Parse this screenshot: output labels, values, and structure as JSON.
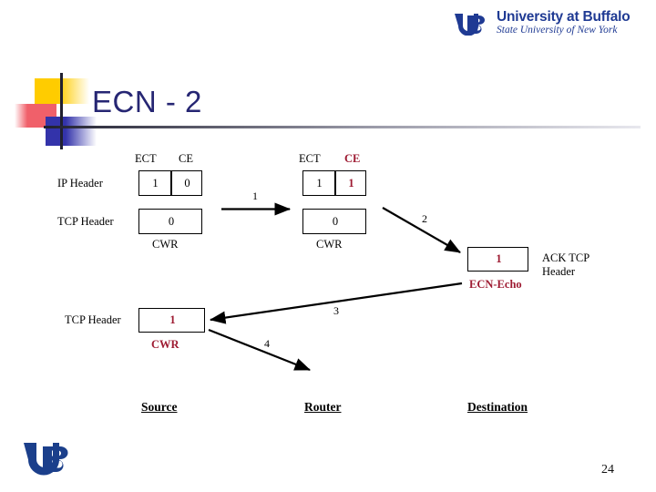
{
  "brand": {
    "logo_icon": "ub-logo-icon",
    "top_logo_line1": "University at Buffalo",
    "top_logo_line2": "State University of New York",
    "accent_blue": "#1f3a93",
    "title_blue": "#262673",
    "highlight_red": "#9E1B32"
  },
  "title": "ECN - 2",
  "diagram": {
    "source_stack": {
      "row_labels": {
        "ip": "IP Header",
        "tcp": "TCP Header"
      },
      "ip_field_headers": {
        "ect": "ECT",
        "ce": "CE"
      },
      "ip_values": {
        "ect": "1",
        "ce": "0"
      },
      "tcp_value": "0",
      "tcp_caption": "CWR"
    },
    "router_stack": {
      "ip_field_headers": {
        "ect": "ECT",
        "ce": "CE"
      },
      "ip_values": {
        "ect": "1",
        "ce": "1"
      },
      "tcp_value": "0",
      "tcp_caption": "CWR"
    },
    "ack_packet": {
      "value": "1",
      "caption": "ECN-Echo",
      "side_label_line1": "ACK TCP",
      "side_label_line2": "Header"
    },
    "source_response": {
      "row_label": "TCP Header",
      "value": "1",
      "caption": "CWR"
    },
    "arrows": [
      {
        "id": "1",
        "label": "1"
      },
      {
        "id": "2",
        "label": "2"
      },
      {
        "id": "3",
        "label": "3"
      },
      {
        "id": "4",
        "label": "4"
      }
    ],
    "actors": {
      "source": "Source",
      "router": "Router",
      "destination": "Destination"
    }
  },
  "footer": {
    "page_number": "24",
    "logo_icon": "ub-logo-icon"
  }
}
